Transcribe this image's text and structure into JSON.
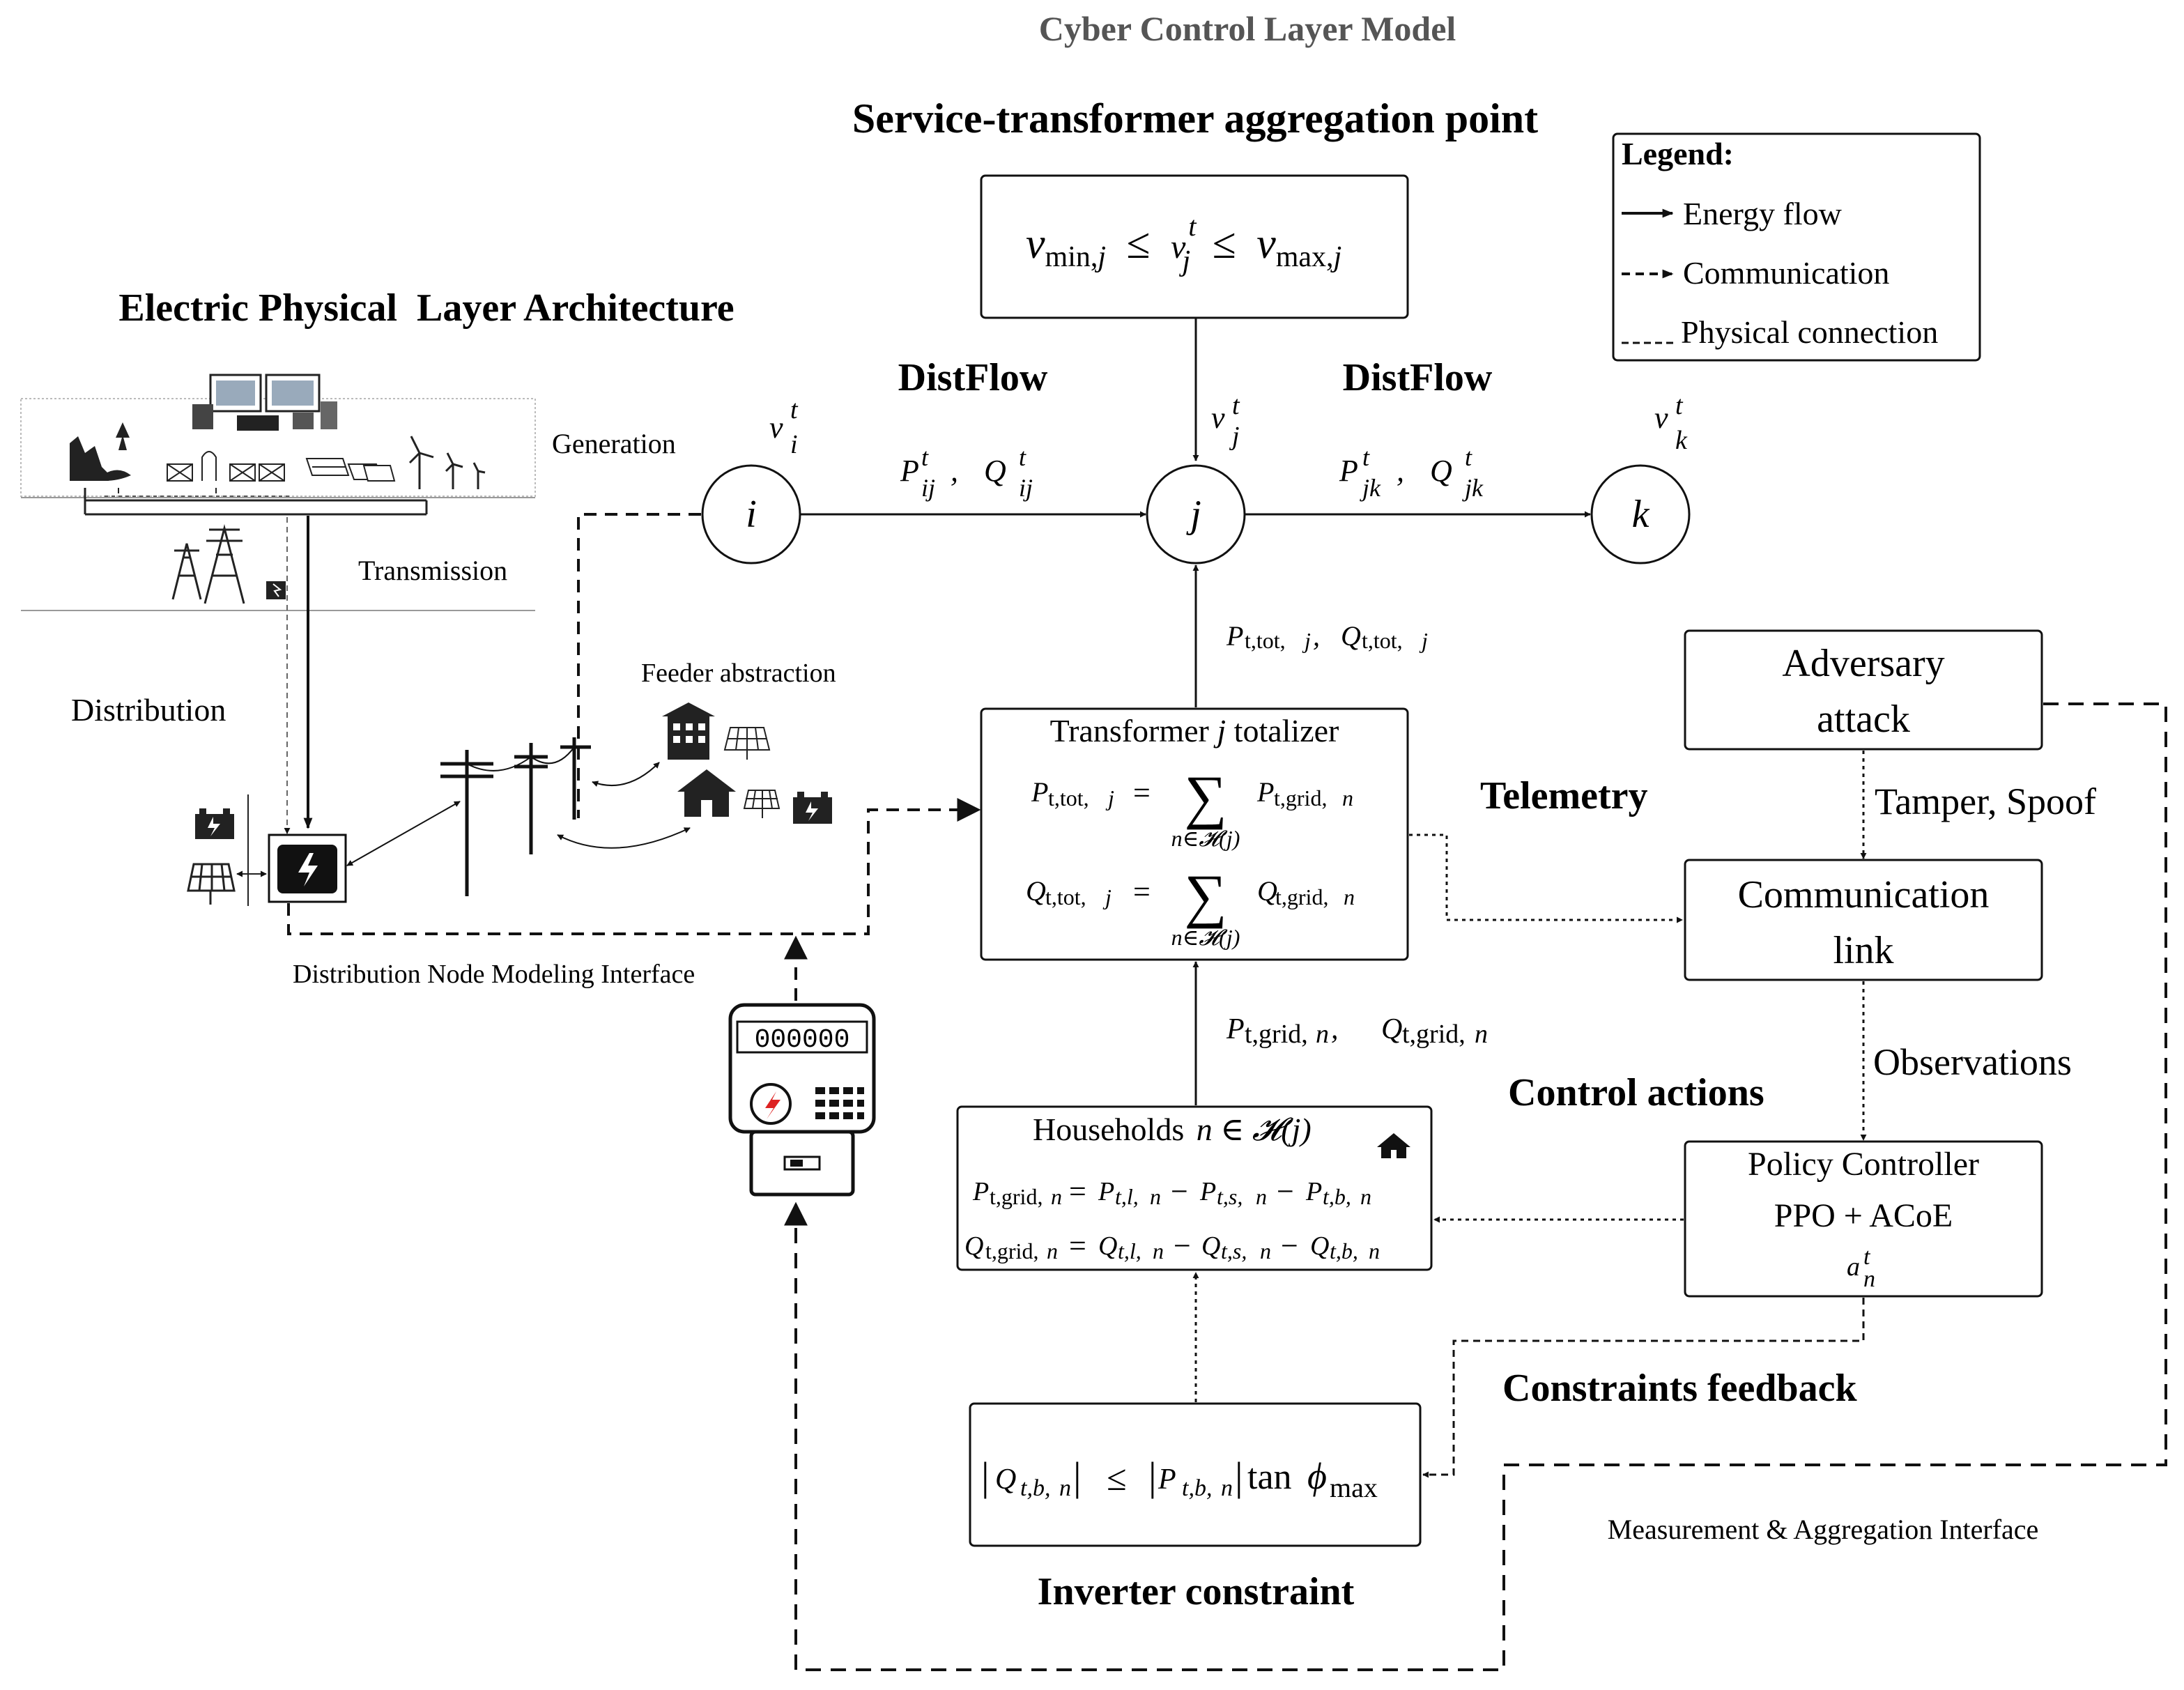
{
  "titles": {
    "cyber": "Cyber Control Layer Model",
    "service_point": "Service-transformer aggregation point",
    "physical": "Electric Physical  Layer Architecture"
  },
  "legend": {
    "title": "Legend:",
    "items": [
      {
        "label": "Energy flow",
        "style": "solid-arrow"
      },
      {
        "label": "Communication",
        "style": "dashed-arrow"
      },
      {
        "label": "Physical connection",
        "style": "dashed-line"
      }
    ]
  },
  "voltage_box": {
    "v": "v",
    "sub_min": "min,",
    "j1": "j",
    "leq1": "≤",
    "vt": "v",
    "t": "t",
    "j2": "j",
    "leq2": "≤",
    "v2": "v",
    "sub_max": "max,",
    "j3": "j"
  },
  "distflow": {
    "left": "DistFlow",
    "right": "DistFlow"
  },
  "nodes": {
    "i": "i",
    "j": "j",
    "k": "k"
  },
  "node_voltages": {
    "v": "v",
    "t": "t",
    "i": "i",
    "j": "j",
    "k": "k"
  },
  "flow_labels": {
    "p": "P",
    "q": "Q",
    "comma": ",",
    "t": "t",
    "ij": "ij",
    "jk": "jk"
  },
  "tot_label": {
    "p": "P",
    "q": "Q",
    "sub_p": "t,tot,",
    "sub_q": "t,tot,",
    "j": "j",
    "comma": ","
  },
  "physical_layer": {
    "generation": "Generation",
    "transmission": "Transmission",
    "distribution": "Distribution",
    "feeder": "Feeder abstraction",
    "interface": "Distribution Node Modeling Interface"
  },
  "totalizer": {
    "title_a": "Transformer",
    "title_j": "j",
    "title_b": "totalizer",
    "p_lhs": "P",
    "p_lhs_sub": "t,tot,",
    "j": "j",
    "eq": "=",
    "sum": "∑",
    "sum_under": "n∈𝓗(j)",
    "p_rhs": "P",
    "p_rhs_sub": "t,grid,",
    "n": "n",
    "q_lhs": "Q",
    "q_lhs_sub": "t,tot,",
    "q_rhs": "Q",
    "q_rhs_sub": "t,grid,"
  },
  "grid_label": {
    "p": "P",
    "q": "Q",
    "sub": "t,grid,",
    "n": "n",
    "comma": ","
  },
  "households": {
    "title": "Households",
    "n_in": "n ∈ 𝓗(j)",
    "row1": {
      "p": "P",
      "g": "t,grid,",
      "n": "n",
      "eq": "=",
      "l": "t,l,",
      "minus": "−",
      "s": "t,s,",
      "b": "t,b,"
    },
    "row2": {
      "q": "Q"
    }
  },
  "side_labels": {
    "telemetry": "Telemetry",
    "control_actions": "Control actions",
    "constraints_feedback": "Constraints feedback",
    "tamper": "Tamper, Spoof",
    "observations": "Observations",
    "measurement_interface": "Measurement & Aggregation Interface",
    "inverter": "Inverter constraint"
  },
  "adversary": {
    "line1": "Adversary",
    "line2": "attack"
  },
  "comm_link": {
    "line1": "Communication",
    "line2": "link"
  },
  "policy": {
    "line1": "Policy Controller",
    "line2": "PPO + ACoE",
    "a": "a",
    "t": "t",
    "n": "n"
  },
  "inverter_box": {
    "q": "Q",
    "q_sub": "t,b,",
    "n": "n",
    "bar": "|",
    "leq": "≤",
    "p": "P",
    "p_sub": "t,b,",
    "tan": "tan",
    "phi": "ϕ",
    "max": "max"
  },
  "meter": {
    "digits": "000000"
  }
}
